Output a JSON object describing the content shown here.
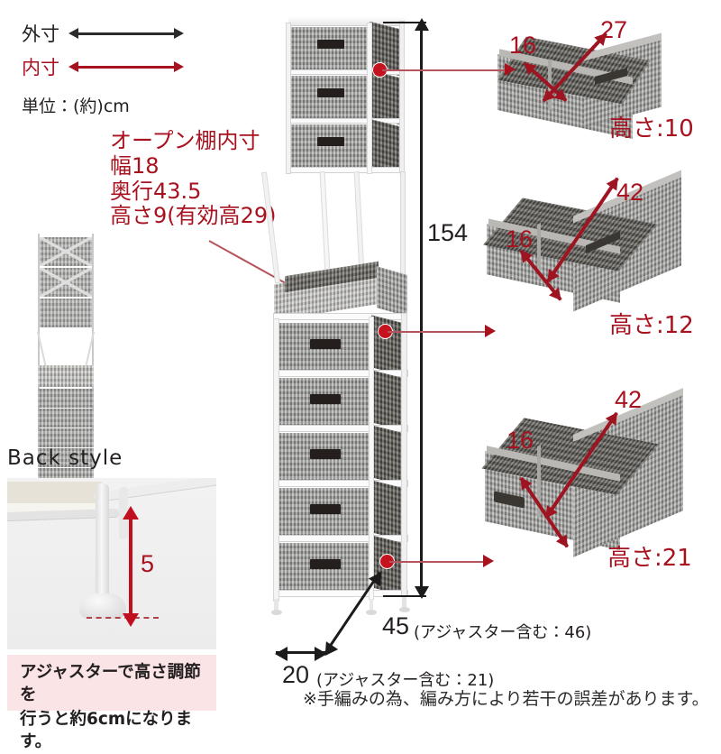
{
  "legend": {
    "outer_label": "外寸",
    "inner_label": "内寸",
    "unit_note": "単位：(約)cm"
  },
  "open_shelf": {
    "title": "オープン棚内寸",
    "width_line": "幅18",
    "depth_line": "奥行43.5",
    "height_line": "高さ9(有効高29)"
  },
  "main_unit": {
    "total_height": "154",
    "width": "20",
    "width_note": "(アジャスター含む：21)",
    "depth": "45",
    "depth_note": "(アジャスター含む：46)"
  },
  "baskets": [
    {
      "id": "basket-top",
      "width": "16",
      "depth": "27",
      "height_label": "高さ:10"
    },
    {
      "id": "basket-middle",
      "width": "16",
      "depth": "42",
      "height_label": "高さ:12"
    },
    {
      "id": "basket-bottom",
      "width": "16",
      "depth": "42",
      "height_label": "高さ:21"
    }
  ],
  "back_style": {
    "title": "Back style",
    "adjuster_gap": "5"
  },
  "pink_note": {
    "line1": "アジャスターで高さ調節を",
    "line2": "行うと約6cmになります。"
  },
  "footnote": "※手編みの為、編み方により若干の誤差があります。",
  "colors": {
    "red": "#a8121f",
    "black": "#231f20",
    "pink_bg": "#fbe4e6",
    "leader": "#b5545c"
  }
}
